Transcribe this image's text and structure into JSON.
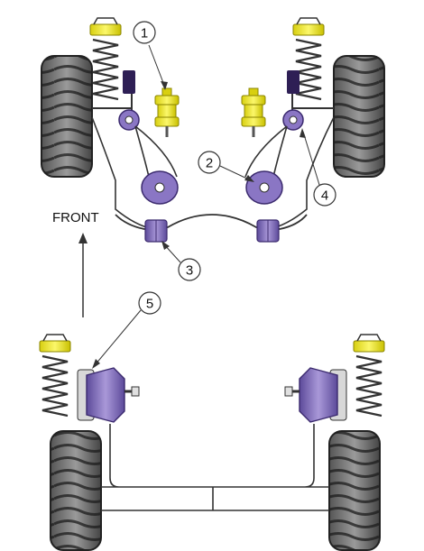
{
  "front_label": "FRONT",
  "callouts": [
    {
      "id": "1",
      "label": "1"
    },
    {
      "id": "2",
      "label": "2"
    },
    {
      "id": "3",
      "label": "3"
    },
    {
      "id": "4",
      "label": "4"
    },
    {
      "id": "5",
      "label": "5"
    }
  ],
  "colors": {
    "bushing_purple": "#8a76c4",
    "bushing_dark": "#3b2a6e",
    "mount_yellow": "#f3ec3a",
    "tyre_dark": "#2a2a2a",
    "tyre_light": "#8a8a8a",
    "line": "#333333"
  }
}
